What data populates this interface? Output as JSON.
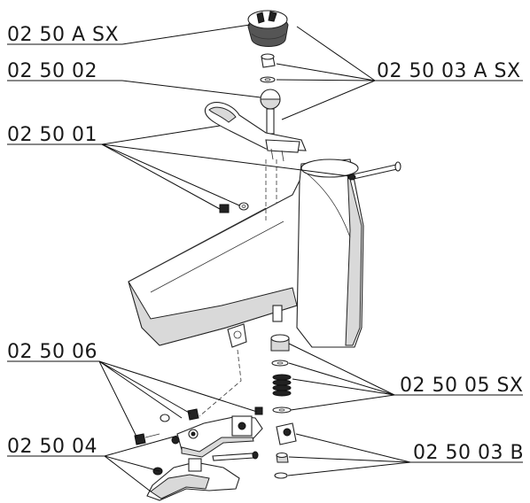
{
  "labels": {
    "a_sx": "02 50 A SX",
    "p02": "02 50 02",
    "p03_a_sx": "02 50 03 A SX",
    "p01": "02 50 01",
    "p06": "02 50 06",
    "p05_sx": "02 50 05 SX",
    "p04": "02 50 04",
    "p03_b": "02 50 03 B"
  }
}
